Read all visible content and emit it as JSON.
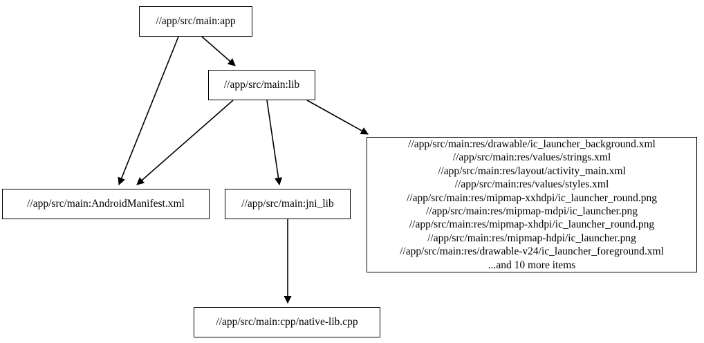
{
  "diagram": {
    "type": "directed-dependency-graph",
    "background_color": "#ffffff",
    "edge_color": "#000000",
    "node_border_color": "#000000",
    "node_fill_color": "#ffffff",
    "text_color": "#000000"
  },
  "nodes": {
    "app": {
      "label": "//app/src/main:app"
    },
    "lib": {
      "label": "//app/src/main:lib"
    },
    "manifest": {
      "label": "//app/src/main:AndroidManifest.xml"
    },
    "jni_lib": {
      "label": "//app/src/main:jni_lib"
    },
    "cpp": {
      "label": "//app/src/main:cpp/native-lib.cpp"
    },
    "resources": {
      "lines": [
        "//app/src/main:res/drawable/ic_launcher_background.xml",
        "//app/src/main:res/values/strings.xml",
        "//app/src/main:res/layout/activity_main.xml",
        "//app/src/main:res/values/styles.xml",
        "//app/src/main:res/mipmap-xxhdpi/ic_launcher_round.png",
        "//app/src/main:res/mipmap-mdpi/ic_launcher.png",
        "//app/src/main:res/mipmap-xhdpi/ic_launcher_round.png",
        "//app/src/main:res/mipmap-hdpi/ic_launcher.png",
        "//app/src/main:res/drawable-v24/ic_launcher_foreground.xml",
        "...and 10 more items"
      ],
      "label": "//app/src/main:res/drawable/ic_launcher_background.xml\n//app/src/main:res/values/strings.xml\n//app/src/main:res/layout/activity_main.xml\n//app/src/main:res/values/styles.xml\n//app/src/main:res/mipmap-xxhdpi/ic_launcher_round.png\n//app/src/main:res/mipmap-mdpi/ic_launcher.png\n//app/src/main:res/mipmap-xhdpi/ic_launcher_round.png\n//app/src/main:res/mipmap-hdpi/ic_launcher.png\n//app/src/main:res/drawable-v24/ic_launcher_foreground.xml\n...and 10 more items",
      "overflow_note": "...and 10 more items",
      "overflow_count": 10
    }
  },
  "edges": [
    {
      "from": "app",
      "to": "lib"
    },
    {
      "from": "app",
      "to": "manifest"
    },
    {
      "from": "lib",
      "to": "manifest"
    },
    {
      "from": "lib",
      "to": "jni_lib"
    },
    {
      "from": "lib",
      "to": "resources"
    },
    {
      "from": "jni_lib",
      "to": "cpp"
    }
  ]
}
